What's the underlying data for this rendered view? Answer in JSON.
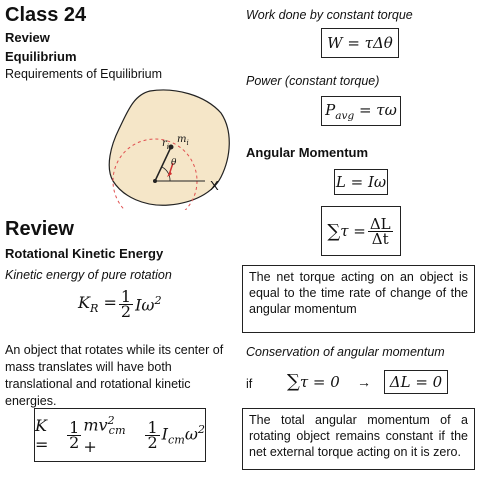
{
  "left": {
    "title": "Class 24",
    "subtitle1": "Review",
    "subtitle2": "Equilibrium",
    "subtitle3": "Requirements of Equilibrium",
    "diagram": {
      "r_label": "r",
      "r_sub": "i",
      "m_label": "m",
      "m_sub": "i",
      "theta": "θ",
      "axis_x": "X"
    },
    "review_heading": "Review",
    "rke_heading": "Rotational Kinetic Energy",
    "ke_pure_label": "Kinetic energy of pure rotation",
    "translate_text": "An object that rotates while its center of mass translates will have both translational and rotational kinetic energies."
  },
  "right": {
    "work_label": "Work done by constant torque",
    "power_label": "Power (constant torque)",
    "angmom_heading": "Angular Momentum",
    "net_torque_text": "The net torque acting on an object is equal to the time rate of change of the angular momentum",
    "conservation_label": "Conservation of angular momentum",
    "if_label": "if",
    "total_angmom_text": "The total angular momentum of a rotating object remains constant if the net external torque acting on it is zero."
  },
  "colors": {
    "blob_fill": "#f5e6c8",
    "dashed_circle": "#e05050",
    "arrow": "#d03030"
  }
}
